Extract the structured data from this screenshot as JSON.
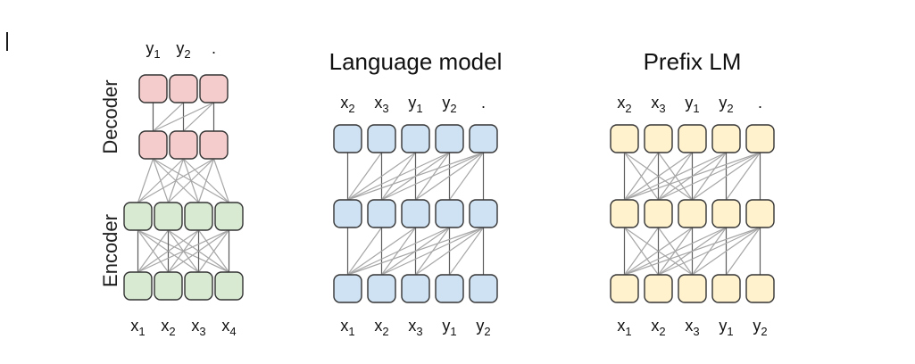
{
  "figure": {
    "description": "Schematics of transformer architecture attention patterns",
    "colors": {
      "box_border": "#333333",
      "line": "#a6a6a6",
      "line_dark": "#5c5c5c",
      "text": "#111111",
      "background": "#ffffff",
      "decoder_fill": "#f4cccc",
      "encoder_fill": "#d9ead3",
      "language_model_fill": "#cfe2f3",
      "prefix_lm_fill": "#fff2cc"
    },
    "diagrams": [
      {
        "id": "encoder-decoder",
        "title": "",
        "side_labels": [
          "Decoder",
          "Encoder"
        ],
        "top_labels": [
          "y_1",
          "y_2",
          "."
        ],
        "bottom_labels": [
          "x_1",
          "x_2",
          "x_3",
          "x_4"
        ],
        "blocks": [
          {
            "name": "decoder",
            "rows": 2,
            "cols": 3,
            "fill": "#f4cccc",
            "connection": "causal"
          },
          {
            "name": "encoder",
            "rows": 2,
            "cols": 4,
            "fill": "#d9ead3",
            "connection": "full"
          }
        ],
        "cross_connection": "full"
      },
      {
        "id": "language-model",
        "title": "Language model",
        "top_labels": [
          "x_2",
          "x_3",
          "y_1",
          "y_2",
          "."
        ],
        "bottom_labels": [
          "x_1",
          "x_2",
          "x_3",
          "y_1",
          "y_2"
        ],
        "blocks": [
          {
            "name": "stack",
            "rows": 3,
            "cols": 5,
            "fill": "#cfe2f3",
            "connection": "causal"
          }
        ]
      },
      {
        "id": "prefix-lm",
        "title": "Prefix LM",
        "top_labels": [
          "x_2",
          "x_3",
          "y_1",
          "y_2",
          "."
        ],
        "bottom_labels": [
          "x_1",
          "x_2",
          "x_3",
          "y_1",
          "y_2"
        ],
        "blocks": [
          {
            "name": "stack",
            "rows": 3,
            "cols": 5,
            "fill": "#fff2cc",
            "connection": "prefix",
            "prefix_length": 3
          }
        ]
      }
    ]
  }
}
